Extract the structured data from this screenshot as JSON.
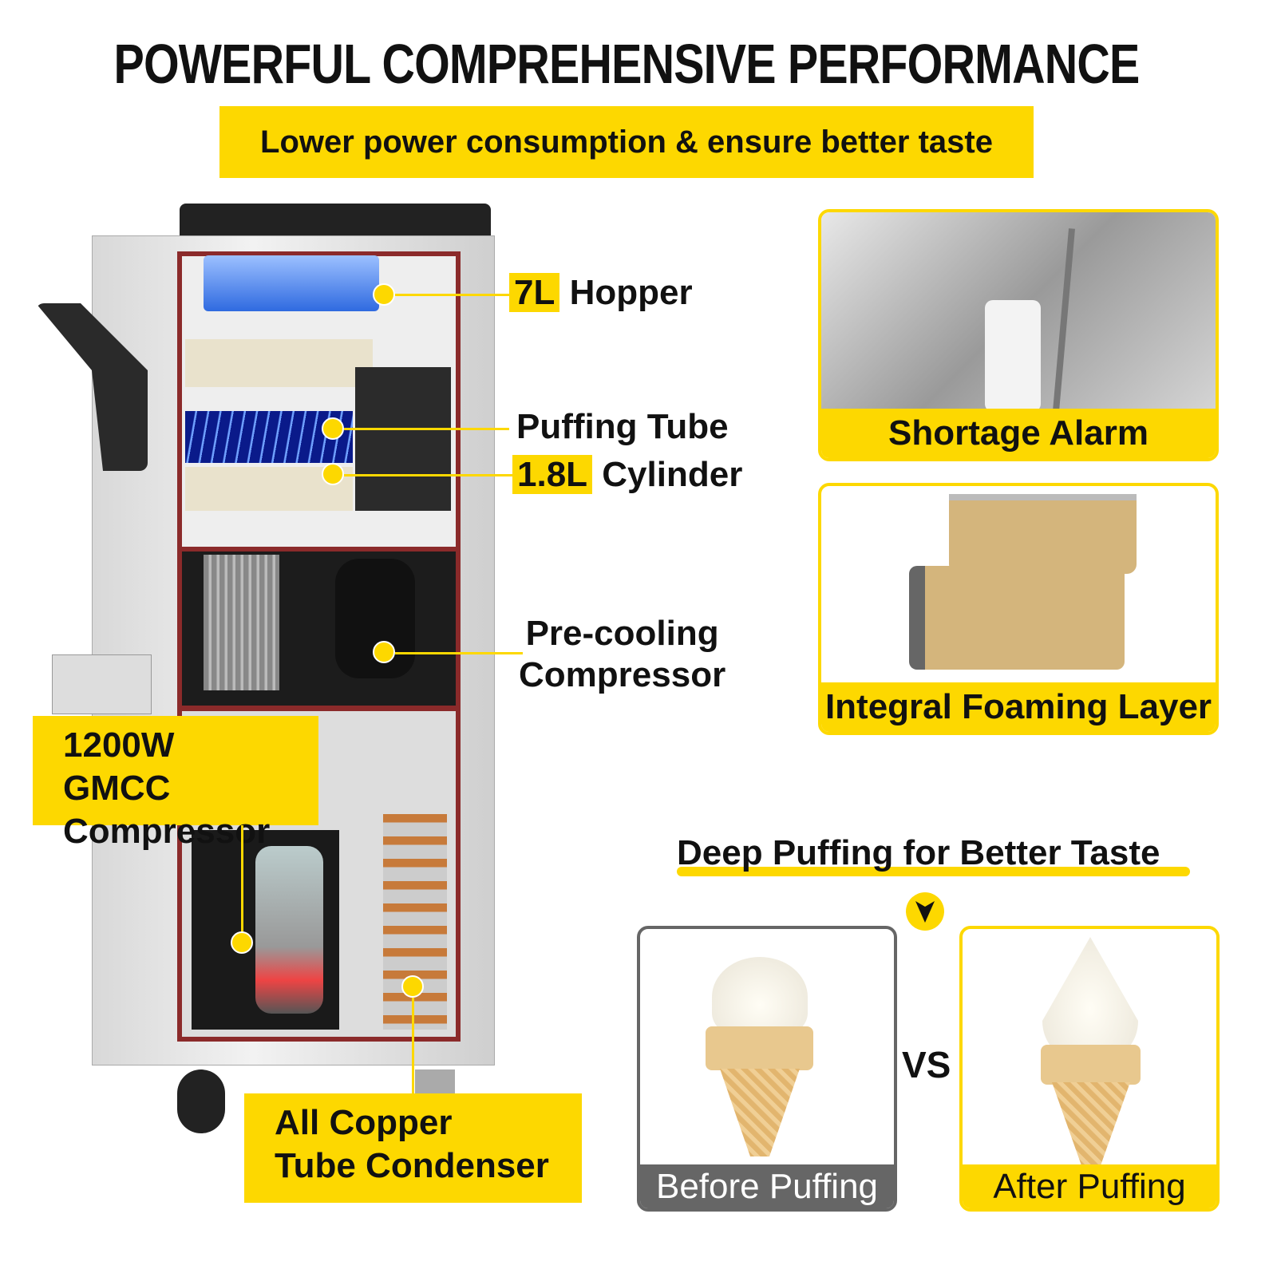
{
  "title": "POWERFUL COMPREHENSIVE PERFORMANCE",
  "subtitle": "Lower power consumption & ensure better taste",
  "accent_color": "#fdd800",
  "callouts": {
    "hopper": {
      "highlight": "7L",
      "text": "Hopper"
    },
    "puffing_tube": "Puffing Tube",
    "cylinder": {
      "highlight": "1.8L",
      "text": "Cylinder"
    },
    "precooling": [
      "Pre-cooling",
      "Compressor"
    ],
    "gmcc": [
      "1200W GMCC",
      "Compressor"
    ],
    "condenser": [
      "All Copper",
      "Tube Condenser"
    ]
  },
  "features": [
    {
      "label": "Shortage Alarm"
    },
    {
      "label": "Integral Foaming Layer"
    }
  ],
  "comparison": {
    "heading": "Deep Puffing for Better Taste",
    "arrow_icon": "chevron-down-icon",
    "vs": "VS",
    "before": "Before Puffing",
    "after": "After Puffing"
  }
}
